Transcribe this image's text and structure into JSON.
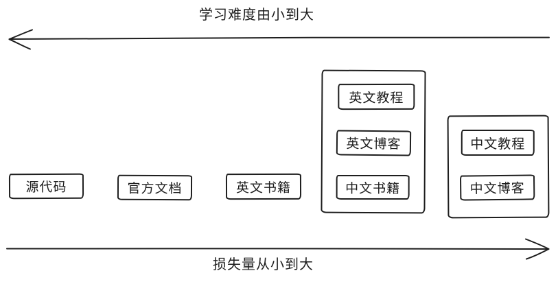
{
  "diagram": {
    "top_axis": {
      "label": "学习难度由小到大",
      "direction": "left"
    },
    "bottom_axis": {
      "label": "损失量从小到大",
      "direction": "right"
    },
    "standalone_nodes": [
      {
        "id": "source-code",
        "label": "源代码"
      },
      {
        "id": "official-docs",
        "label": "官方文档"
      },
      {
        "id": "english-books",
        "label": "英文书籍"
      }
    ],
    "groups": [
      {
        "id": "group-english-resources",
        "items": [
          {
            "id": "english-tutorials",
            "label": "英文教程"
          },
          {
            "id": "english-blogs",
            "label": "英文博客"
          },
          {
            "id": "chinese-books",
            "label": "中文书籍"
          }
        ]
      },
      {
        "id": "group-chinese-resources",
        "items": [
          {
            "id": "chinese-tutorials",
            "label": "中文教程"
          },
          {
            "id": "chinese-blogs",
            "label": "中文博客"
          }
        ]
      }
    ],
    "colors": {
      "stroke": "#1e1e1e",
      "background": "#ffffff"
    }
  }
}
